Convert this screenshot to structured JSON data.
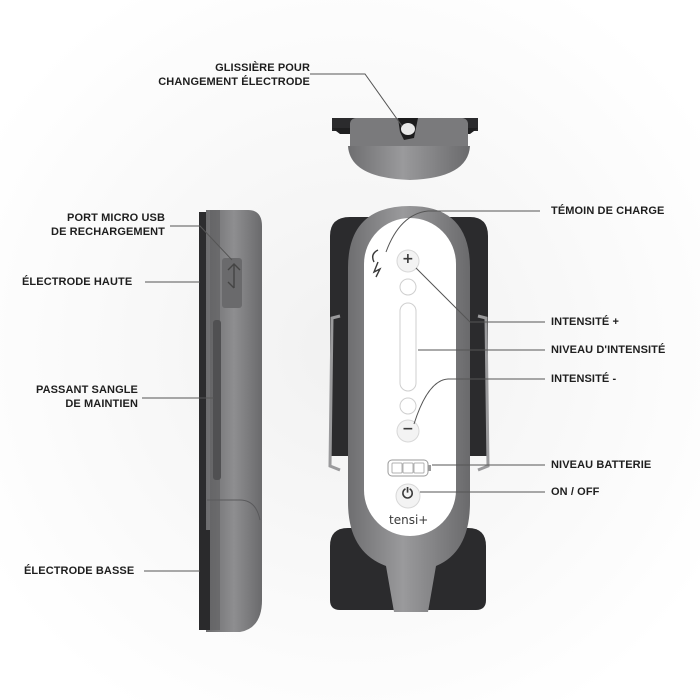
{
  "labels": {
    "slider_line1": "GLISSIÈRE POUR",
    "slider_line2": "CHANGEMENT ÉLECTRODE",
    "usb_line1": "PORT MICRO USB",
    "usb_line2": "DE RECHARGEMENT",
    "top_electrode": "ÉLECTRODE HAUTE",
    "strap_line1": "PASSANT SANGLE",
    "strap_line2": "DE MAINTIEN",
    "bottom_electrode": "ÉLECTRODE BASSE",
    "charge_indicator": "TÉMOIN DE CHARGE",
    "intensity_plus": "INTENSITÉ +",
    "intensity_level": "NIVEAU D'INTENSITÉ",
    "intensity_minus": "INTENSITÉ -",
    "battery_level": "NIVEAU BATTERIE",
    "on_off": "ON / OFF"
  },
  "device": {
    "brand": "tensi+",
    "plus_symbol": "+",
    "minus_symbol": "−",
    "power_symbol": "⏻"
  },
  "colors": {
    "shell": "#8a8a8c",
    "face": "#ffffff",
    "electrode": "#2b2b2d",
    "leader_line": "#555555"
  }
}
